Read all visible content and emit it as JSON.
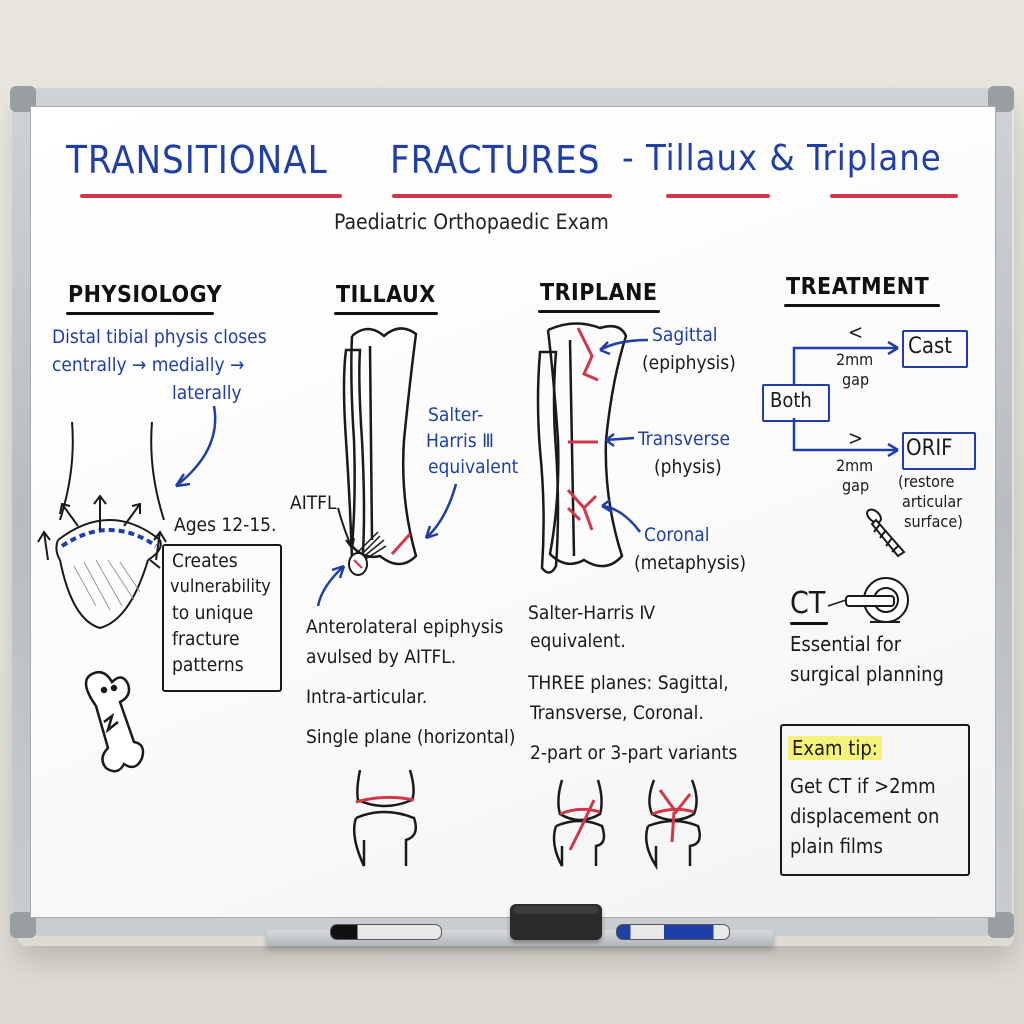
{
  "title": {
    "part1": "TRANSITIONAL",
    "part2": "FRACTURES",
    "part3": "- Tillaux & Triplane"
  },
  "subtitle": "Paediatric Orthopaedic Exam",
  "physiology": {
    "heading": "PHYSIOLOGY",
    "line1": "Distal tibial physis closes",
    "line2": "centrally → medially →",
    "line3": "laterally",
    "ages": "Ages 12-15.",
    "box_lines": [
      "Creates",
      "vulnerability",
      "to unique",
      "fracture",
      "patterns"
    ]
  },
  "tillaux": {
    "heading": "TILLAUX",
    "sh_label": [
      "Salter-",
      "Harris Ⅲ",
      "equivalent"
    ],
    "aitfl": "AITFL",
    "desc": [
      "Anterolateral epiphysis",
      "avulsed by AITFL.",
      "Intra-articular.",
      "Single plane (horizontal)"
    ]
  },
  "triplane": {
    "heading": "TRIPLANE",
    "label_sagittal": "Sagittal",
    "label_sagittal_sub": "(epiphysis)",
    "label_transverse": "Transverse",
    "label_transverse_sub": "(physis)",
    "label_coronal": "Coronal",
    "label_coronal_sub": "(metaphysis)",
    "desc": [
      "Salter-Harris Ⅳ",
      "equivalent.",
      "THREE planes: Sagittal,",
      "Transverse, Coronal.",
      "2-part or 3-part variants"
    ]
  },
  "treatment": {
    "heading": "TREATMENT",
    "both": "Both",
    "lt": "<",
    "gt": ">",
    "gap1": [
      "2mm",
      "gap"
    ],
    "gap2": [
      "2mm",
      "gap"
    ],
    "cast": "Cast",
    "orif": "ORIF",
    "orif_note": [
      "(restore",
      "articular",
      "surface)"
    ],
    "ct": "CT",
    "ct_desc": [
      "Essential for",
      "surgical planning"
    ],
    "tip_heading": "Exam tip:",
    "tip_lines": [
      "Get CT if >2mm",
      "displacement on",
      "plain films"
    ]
  },
  "colors": {
    "blue_ink": "#1f3fa6",
    "red_ink": "#d0384a",
    "black_ink": "#1a1a1a",
    "highlight": "#f5f27a"
  }
}
